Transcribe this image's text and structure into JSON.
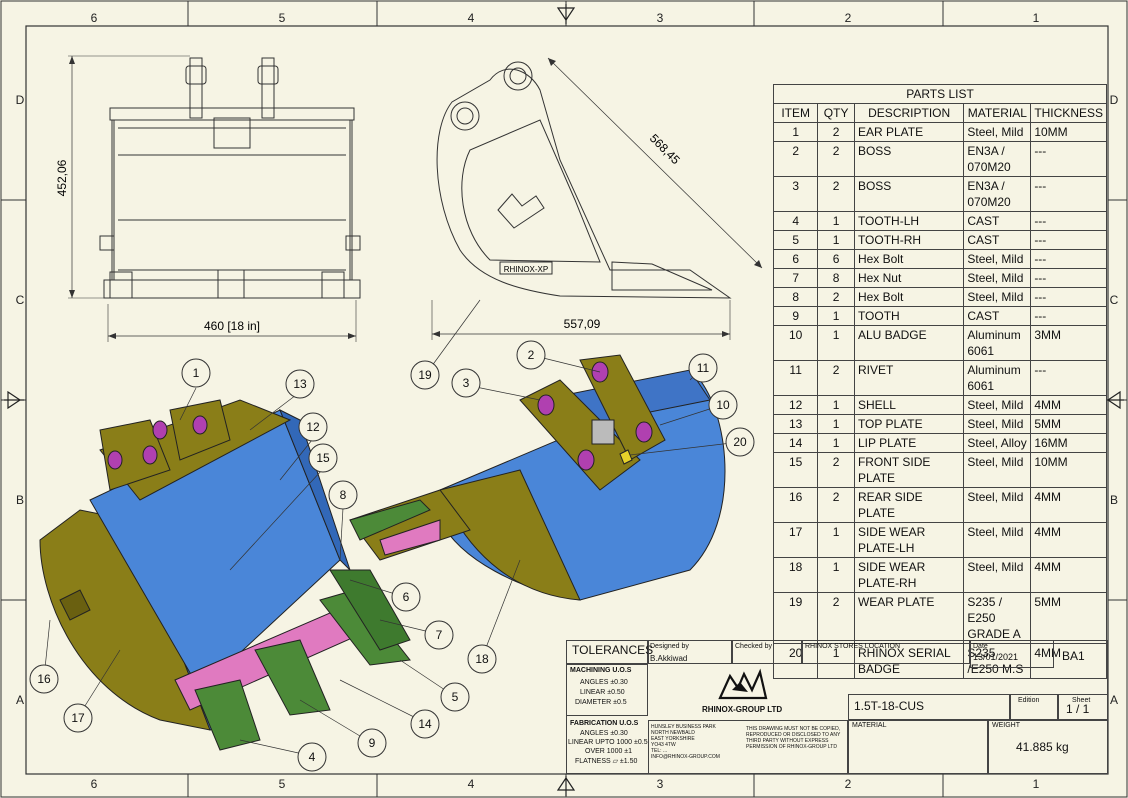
{
  "border": {
    "top_cols": [
      "6",
      "5",
      "4",
      "3",
      "2",
      "1"
    ],
    "bottom_cols": [
      "6",
      "5",
      "4",
      "3",
      "2",
      "1"
    ],
    "rows": [
      "D",
      "C",
      "B",
      "A"
    ]
  },
  "front_view": {
    "height_dim": "452,06",
    "width_dim": "460 [18 in]"
  },
  "side_view": {
    "diag_dim": "568,45",
    "width_dim": "557,09",
    "badge_text": "RHINOX-XP"
  },
  "balloons": [
    "1",
    "2",
    "3",
    "4",
    "5",
    "6",
    "7",
    "8",
    "9",
    "10",
    "11",
    "12",
    "13",
    "14",
    "15",
    "16",
    "17",
    "18",
    "19",
    "20"
  ],
  "parts_list": {
    "title": "PARTS LIST",
    "headers": [
      "ITEM",
      "QTY",
      "DESCRIPTION",
      "MATERIAL",
      "THICKNESS"
    ],
    "rows": [
      [
        "1",
        "2",
        "EAR PLATE",
        "Steel, Mild",
        "10MM"
      ],
      [
        "2",
        "2",
        "BOSS",
        "EN3A / 070M20",
        "---"
      ],
      [
        "3",
        "2",
        "BOSS",
        "EN3A / 070M20",
        "---"
      ],
      [
        "4",
        "1",
        "TOOTH-LH",
        "CAST",
        "---"
      ],
      [
        "5",
        "1",
        "TOOTH-RH",
        "CAST",
        "---"
      ],
      [
        "6",
        "6",
        "Hex Bolt",
        "Steel, Mild",
        "---"
      ],
      [
        "7",
        "8",
        "Hex Nut",
        "Steel, Mild",
        "---"
      ],
      [
        "8",
        "2",
        "Hex Bolt",
        "Steel, Mild",
        "---"
      ],
      [
        "9",
        "1",
        "TOOTH",
        "CAST",
        "---"
      ],
      [
        "10",
        "1",
        "ALU BADGE",
        "Aluminum 6061",
        "3MM"
      ],
      [
        "11",
        "2",
        "RIVET",
        "Aluminum 6061",
        "---"
      ],
      [
        "12",
        "1",
        "SHELL",
        "Steel, Mild",
        "4MM"
      ],
      [
        "13",
        "1",
        "TOP PLATE",
        "Steel, Mild",
        "5MM"
      ],
      [
        "14",
        "1",
        "LIP PLATE",
        "Steel, Alloy",
        "16MM"
      ],
      [
        "15",
        "2",
        "FRONT SIDE PLATE",
        "Steel, Mild",
        "10MM"
      ],
      [
        "16",
        "2",
        "REAR SIDE PLATE",
        "Steel, Mild",
        "4MM"
      ],
      [
        "17",
        "1",
        "SIDE WEAR PLATE-LH",
        "Steel, Mild",
        "4MM"
      ],
      [
        "18",
        "1",
        "SIDE WEAR PLATE-RH",
        "Steel, Mild",
        "4MM"
      ],
      [
        "19",
        "2",
        "WEAR PLATE",
        "S235 / E250 GRADE A",
        "5MM"
      ],
      [
        "20",
        "1",
        "RHINOX SERIAL BADGE",
        "S235 /E250 M.S",
        "4MM"
      ]
    ]
  },
  "title_block": {
    "tolerances_title": "TOLERANCES",
    "machining_title": "MACHINING U.O.S",
    "machining_lines": [
      "ANGLES ±0.30",
      "LINEAR ±0.50",
      "DIAMETER ±0.5"
    ],
    "fabrication_title": "FABRICATION U.O.S",
    "fabrication_lines": [
      "ANGLES ±0.30",
      "LINEAR UPTO 1000 ±0.5",
      "OVER 1000 ±1",
      "FLATNESS ⏥ ±1.50"
    ],
    "designed_by_label": "Designed by",
    "designed_by": "B.Akkiwad",
    "checked_by_label": "Checked by",
    "location": "RHINOX STORES LOCATION",
    "date_label": "Date",
    "date": "13/01/2021",
    "sheet_size": "BA1",
    "company": "RHINOX-GROUP LTD",
    "address_lines": [
      "HUNSLEY BUSINESS PARK",
      "NORTH NEWBALD",
      "EAST YORKSHIRE",
      "YO43 4TW",
      "TEL: ...",
      "INFO@RHINOX-GROUP.COM"
    ],
    "notice_lines": [
      "THIS DRAWING MUST NOT BE COPIED,",
      "REPRODUCED OR DISCLOSED TO ANY",
      "THIRD PARTY WITHOUT EXPRESS",
      "PERMISSION OF RHINOX-GROUP LTD"
    ],
    "drawing_number": "1.5T-18-CUS",
    "edition_label": "Edition",
    "sheet_label": "Sheet",
    "sheet": "1 / 1",
    "material_label": "MATERIAL",
    "weight_label": "WEIGHT",
    "weight": "41.885 kg"
  },
  "colors": {
    "paper": "#f6f4e4",
    "shell": "#4a86d8",
    "plate": "#8a7e18",
    "boss": "#b040b0",
    "tooth": "#4c8a38",
    "wear": "#e07ac0"
  }
}
